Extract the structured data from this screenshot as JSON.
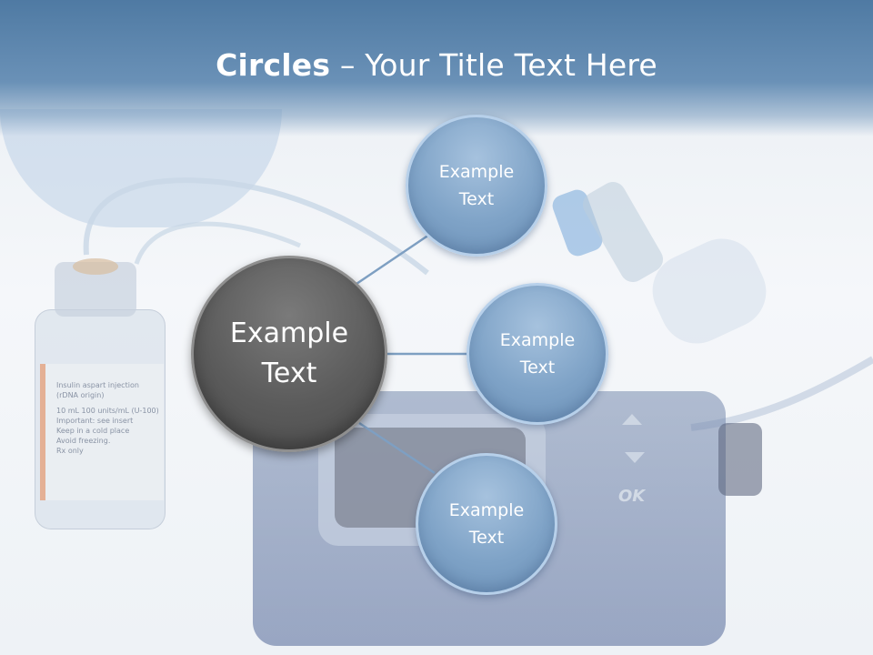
{
  "slide": {
    "title_bold": "Circles",
    "title_rest": " – Your Title Text Here"
  },
  "center_circle": {
    "text": "Example\nText"
  },
  "outer_circles": [
    {
      "text": "Example\nText"
    },
    {
      "text": "Example\nText"
    },
    {
      "text": "Example\nText"
    }
  ],
  "device": {
    "ok_label": "OK"
  },
  "vial": {
    "label_lines": [
      "Insulin aspart injection",
      "(rDNA origin)",
      "10 mL  100 units/mL (U-100)",
      "Important: see insert",
      "Keep in a cold place",
      "Avoid freezing.",
      "Rx only"
    ]
  },
  "colors": {
    "header": "#5b85ae",
    "small_circle": "#7fa3c7",
    "big_circle": "#5b5b5b",
    "connector": "#7e9fc2"
  }
}
